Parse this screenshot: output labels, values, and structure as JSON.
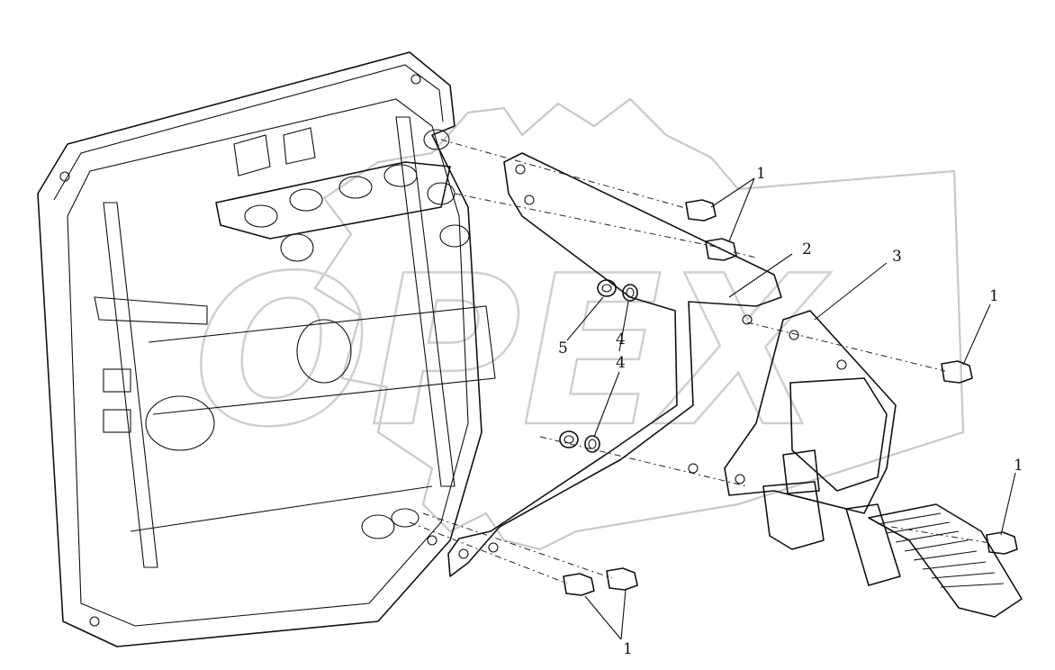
{
  "watermark": {
    "text": "OPEX"
  },
  "callouts": {
    "c1a": "1",
    "c1b": "1",
    "c1c": "1",
    "c1d": "1",
    "c2": "2",
    "c3": "3",
    "c4a": "4",
    "c4b": "4",
    "c5": "5"
  },
  "colors": {
    "line": "#111111",
    "watermark": "#c8c8c8",
    "background": "#ffffff"
  }
}
